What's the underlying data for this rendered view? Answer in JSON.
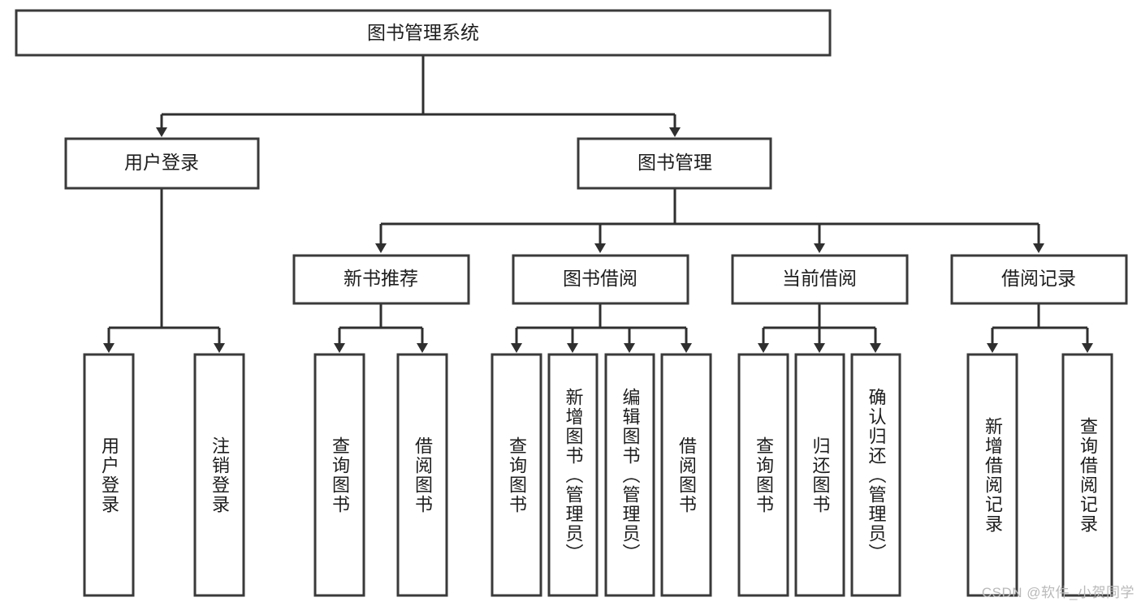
{
  "diagram": {
    "type": "tree",
    "title": "图书管理系统",
    "watermark": "CSDN @软件_小贺同学",
    "root": {
      "label": "图书管理系统"
    },
    "level2": [
      {
        "label": "用户登录"
      },
      {
        "label": "图书管理"
      }
    ],
    "level3": [
      {
        "label": "新书推荐"
      },
      {
        "label": "图书借阅"
      },
      {
        "label": "当前借阅"
      },
      {
        "label": "借阅记录"
      }
    ],
    "leaves": {
      "user_login": [
        {
          "label": "用户登录"
        },
        {
          "label": "注销登录"
        }
      ],
      "new_book_recommend": [
        {
          "label": "查询图书"
        },
        {
          "label": "借阅图书"
        }
      ],
      "book_borrow": [
        {
          "label": "查询图书"
        },
        {
          "label": "新增图书（管理员）"
        },
        {
          "label": "编辑图书（管理员）"
        },
        {
          "label": "借阅图书"
        }
      ],
      "current_borrow": [
        {
          "label": "查询图书"
        },
        {
          "label": "归还图书"
        },
        {
          "label": "确认归还（管理员）"
        }
      ],
      "borrow_record": [
        {
          "label": "新增借阅记录"
        },
        {
          "label": "查询借阅记录"
        }
      ]
    },
    "colors": {
      "box_stroke": "#3a3a3a",
      "connector": "#2f2f2f",
      "background": "#ffffff",
      "text": "#1d1d1d",
      "watermark": "#b9b9b9"
    }
  }
}
